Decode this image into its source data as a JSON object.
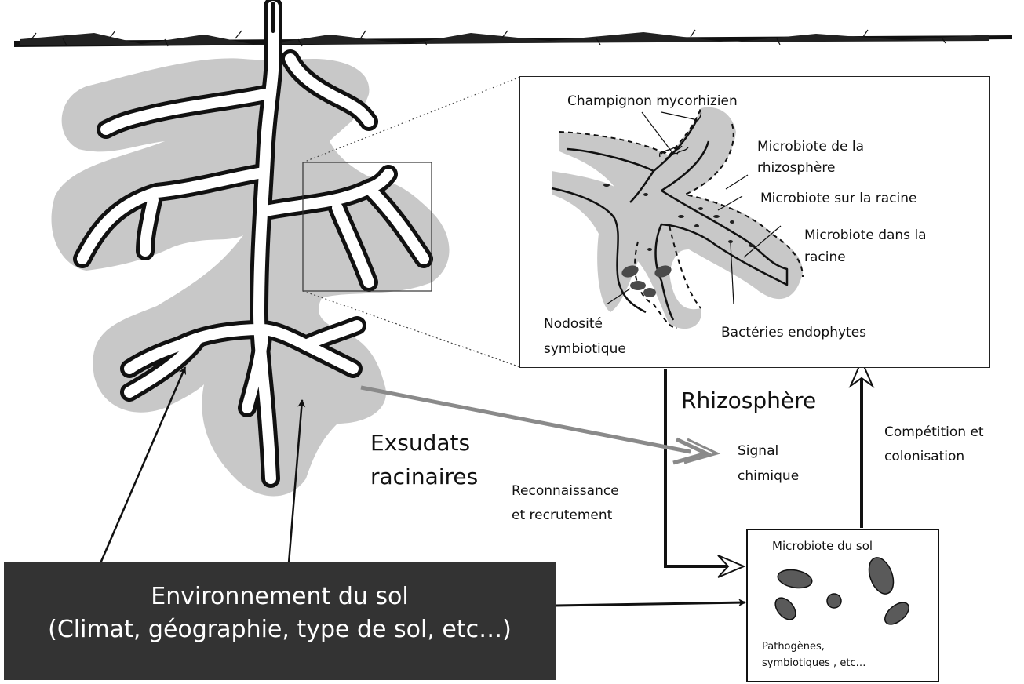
{
  "zoom_labels": {
    "mycorrhizal_fungus": "Champignon mycorhizien",
    "rhizosphere_microbiota_1": "Microbiote de la",
    "rhizosphere_microbiota_2": "rhizosphère",
    "root_surface_microbiota": "Microbiote sur la racine",
    "root_inside_microbiota_1": "Microbiote dans la",
    "root_inside_microbiota_2": "racine",
    "nodule_1": "Nodosité",
    "nodule_2": "symbiotique",
    "endophytes": "Bactéries endophytes"
  },
  "rhizosphere_label": "Rhizosphère",
  "exudates_1": "Exsudats",
  "exudates_2": "racinaires",
  "signal_1": "Signal",
  "signal_2": "chimique",
  "recognition_1": "Reconnaissance",
  "recognition_2": "et recrutement",
  "competition_1": "Compétition et",
  "competition_2": "colonisation",
  "soil_box": {
    "title": "Microbiote du sol",
    "footer_1": "Pathogènes,",
    "footer_2": "symbiotiques , etc…"
  },
  "environment": {
    "line1": "Environnement du sol",
    "line2": "(Climat, géographie, type de sol, etc…)"
  },
  "colors": {
    "root_halo": "#c8c8c8",
    "dark_box": "#333333",
    "microbe": "#5a5a5a",
    "signal_arrow": "#8a8a8a"
  }
}
